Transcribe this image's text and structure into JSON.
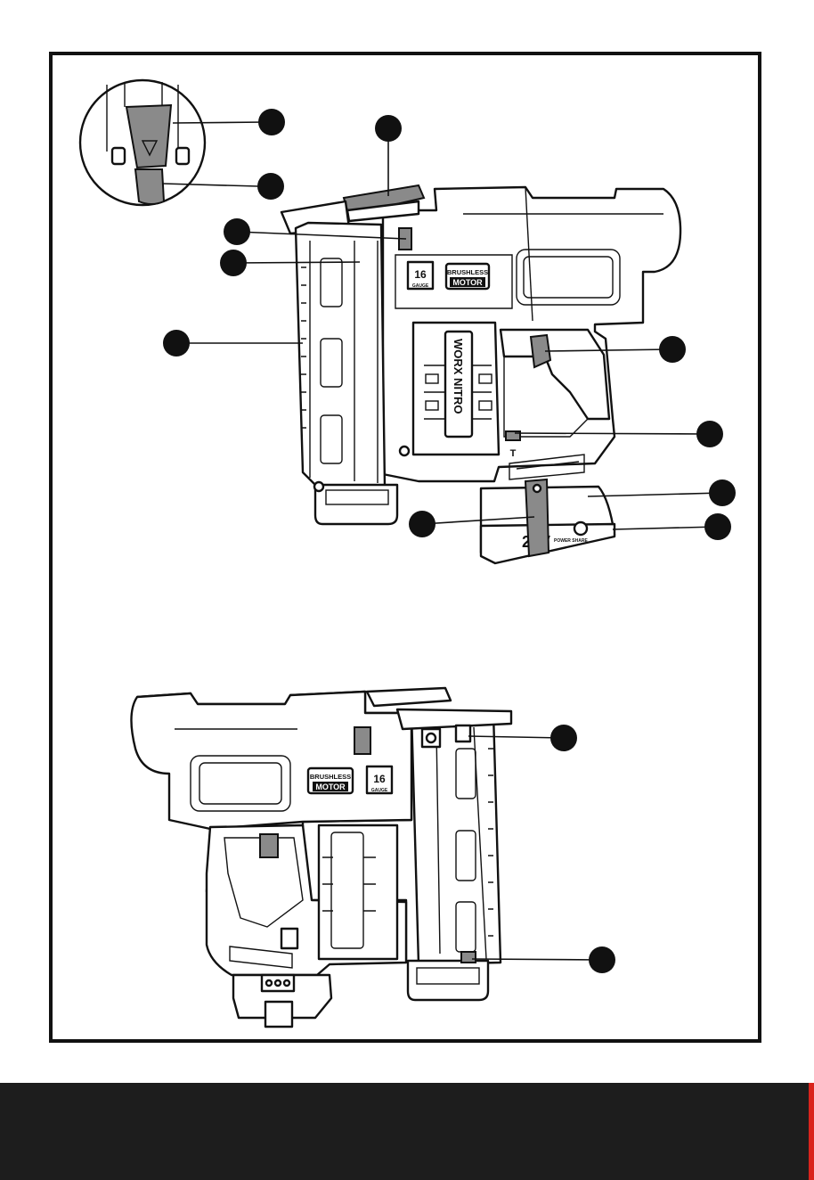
{
  "labels": {
    "gauge_top": "16",
    "gauge_top_sub": "GAUGE",
    "brushless_top_1": "BRUSHLESS",
    "brushless_top_2": "MOTOR",
    "magazine_brand": "WORX  NITRO",
    "battery_voltage": "20V",
    "battery_sub": "POWER SHARE",
    "switch_letter": "T",
    "brushless_bottom_1": "BRUSHLESS",
    "brushless_bottom_2": "MOTOR",
    "gauge_bottom": "16",
    "gauge_bottom_sub": "GAUGE"
  },
  "colors": {
    "line": "#111111",
    "callout": "#111111",
    "highlight_gray": "#8a8a8a",
    "footer": "#1d1d1d",
    "accent": "#d9241c"
  }
}
